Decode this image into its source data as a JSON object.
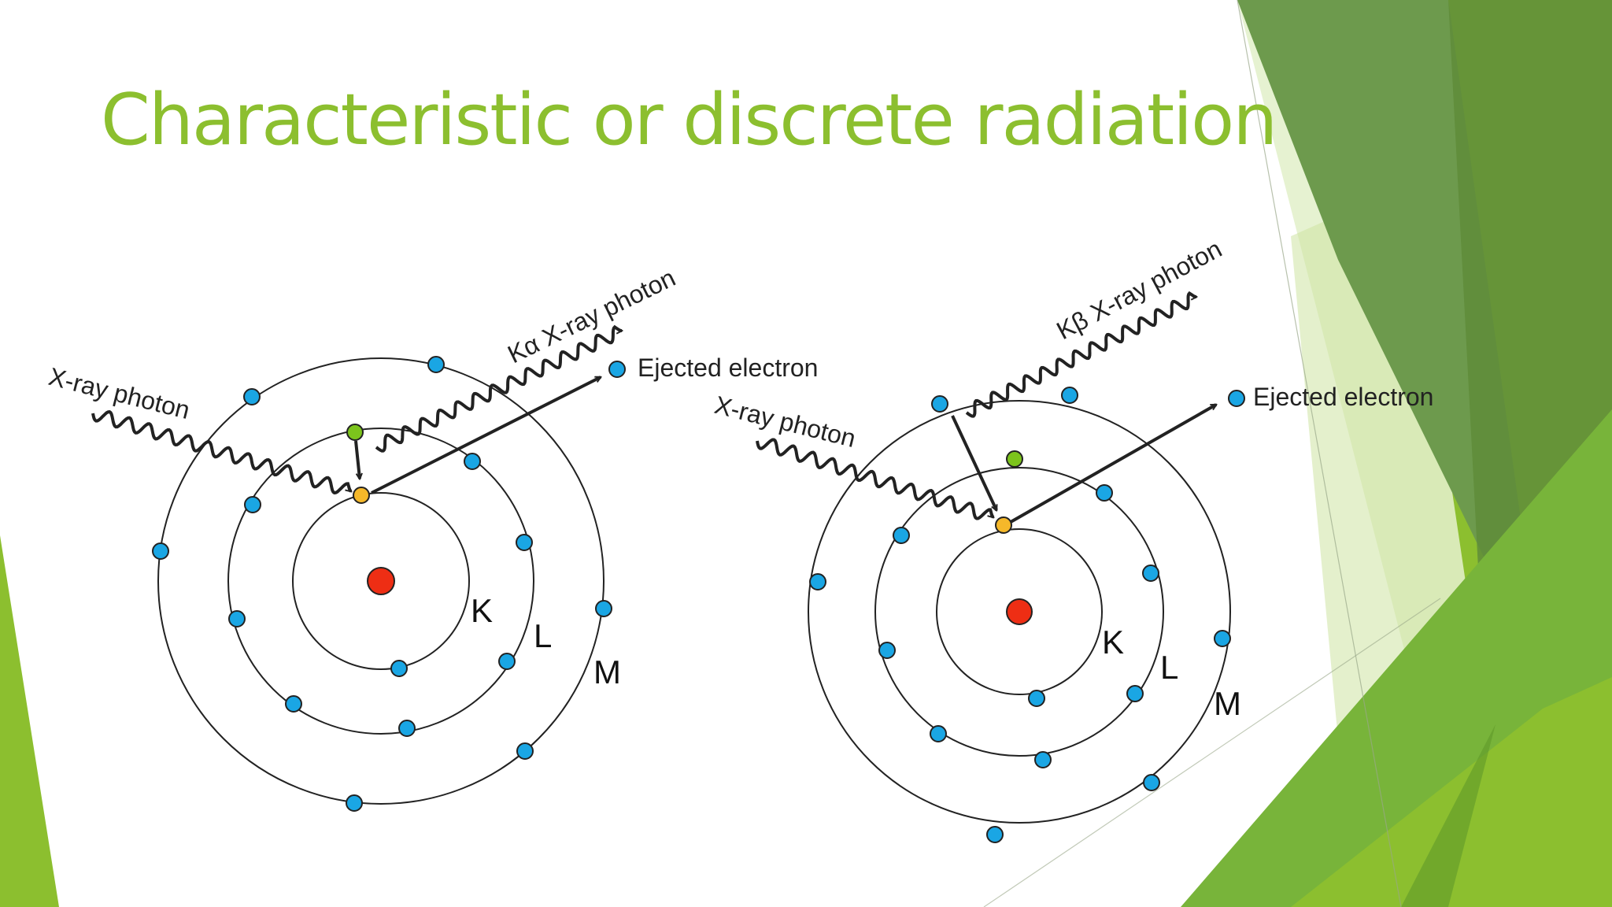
{
  "slide": {
    "title": "Characteristic or discrete radiation",
    "accent_color": "#8cbf2f"
  },
  "diagrams": [
    {
      "incident_label": "X-ray photon",
      "emitted_label": "Kα X-ray photon",
      "ejected_label": "Ejected electron",
      "shells": [
        "K",
        "L",
        "M"
      ]
    },
    {
      "incident_label": "X-ray photon",
      "emitted_label": "Kβ X-ray photon",
      "ejected_label": "Ejected electron",
      "shells": [
        "K",
        "L",
        "M"
      ]
    }
  ],
  "colors": {
    "nucleus": "#ee2e14",
    "electron": "#1aa6e4",
    "vacancy": "#f5b82a",
    "transition_electron": "#7cc41c"
  }
}
